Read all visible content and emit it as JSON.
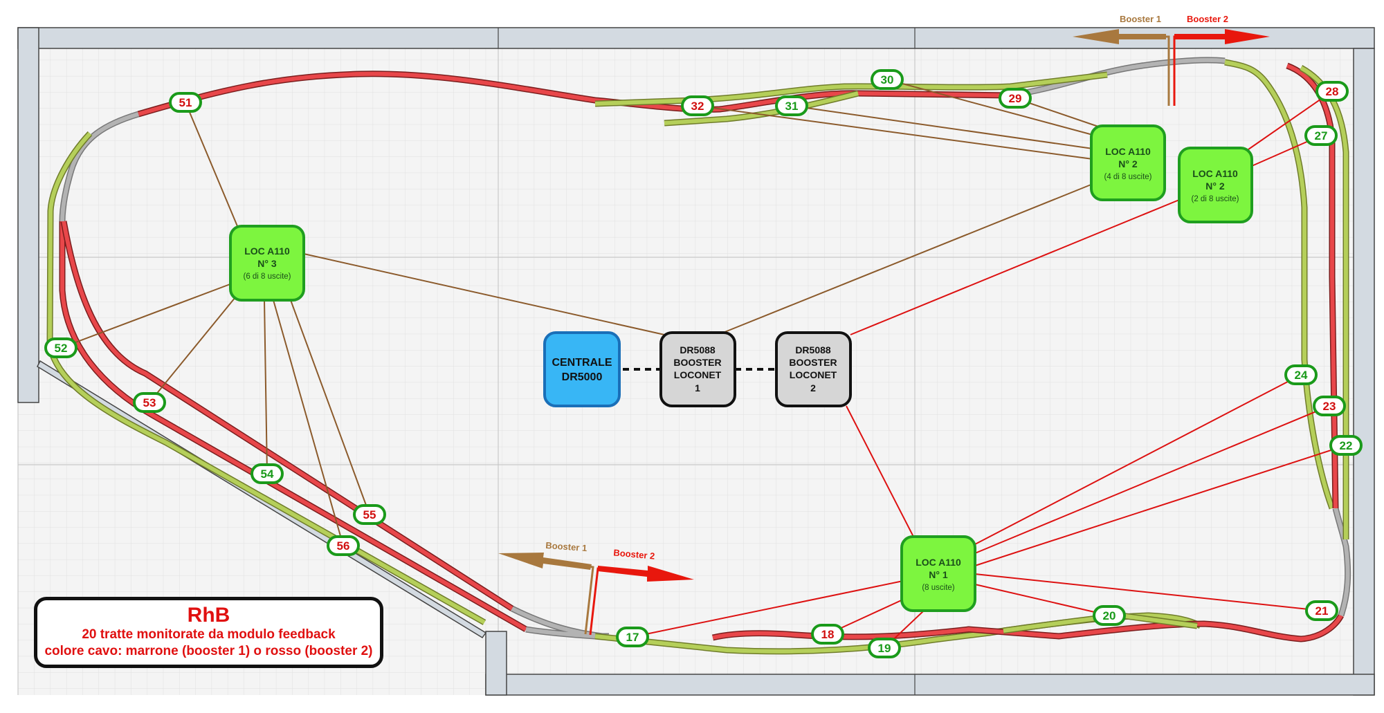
{
  "colors": {
    "booster1_wire": "#8b5a2b",
    "booster2_wire": "#dd1111",
    "track_red": "#e8474a",
    "track_green": "#b5cf5a",
    "track_grey": "#9a9a9a",
    "module_fill": "#7df53f",
    "module_border": "#1f9e1f",
    "central_fill": "#38b6f5",
    "central_border": "#1a6fb8",
    "booster_fill": "#d6d6d6",
    "wall_fill": "#d3dae1",
    "label_green": "#1a9a1a",
    "label_red": "#d10f0f"
  },
  "legend": {
    "title": "RhB",
    "line1": "20 tratte monitorate da modulo feedback",
    "line2": "colore cavo: marrone (booster 1) o rosso (booster 2)"
  },
  "booster_markers": [
    {
      "id": "top",
      "booster1_label": "Booster 1",
      "booster2_label": "Booster 2"
    },
    {
      "id": "bottom",
      "booster1_label": "Booster 1",
      "booster2_label": "Booster 2"
    }
  ],
  "central": {
    "line1": "CENTRALE",
    "line2": "DR5000"
  },
  "boosters": [
    {
      "id": "b1",
      "lines": [
        "DR5088",
        "BOOSTER",
        "LOCONET",
        "1"
      ]
    },
    {
      "id": "b2",
      "lines": [
        "DR5088",
        "BOOSTER",
        "LOCONET",
        "2"
      ]
    }
  ],
  "modules": [
    {
      "id": "m3",
      "line1": "LOC A110",
      "line2": "N° 3",
      "line3": "(6 di 8 uscite)",
      "booster": 1
    },
    {
      "id": "m2a",
      "line1": "LOC A110",
      "line2": "N° 2",
      "line3": "(4 di 8 uscite)",
      "booster": 1
    },
    {
      "id": "m2b",
      "line1": "LOC A110",
      "line2": "N° 2",
      "line3": "(2 di 8 uscite)",
      "booster": 2
    },
    {
      "id": "m1",
      "line1": "LOC A110",
      "line2": "N° 1",
      "line3": "(8 uscite)",
      "booster": 2
    }
  ],
  "feedback_sections": [
    {
      "label": "51",
      "text_color": "red",
      "module": "m3"
    },
    {
      "label": "52",
      "text_color": "green",
      "module": "m3"
    },
    {
      "label": "53",
      "text_color": "red",
      "module": "m3"
    },
    {
      "label": "54",
      "text_color": "green",
      "module": "m3"
    },
    {
      "label": "55",
      "text_color": "red",
      "module": "m3"
    },
    {
      "label": "56",
      "text_color": "red",
      "module": "m3"
    },
    {
      "label": "32",
      "text_color": "red",
      "module": "m2a"
    },
    {
      "label": "31",
      "text_color": "green",
      "module": "m2a"
    },
    {
      "label": "30",
      "text_color": "green",
      "module": "m2a"
    },
    {
      "label": "29",
      "text_color": "red",
      "module": "m2a"
    },
    {
      "label": "28",
      "text_color": "red",
      "module": "m2b"
    },
    {
      "label": "27",
      "text_color": "green",
      "module": "m2b"
    },
    {
      "label": "24",
      "text_color": "green",
      "module": "m1"
    },
    {
      "label": "23",
      "text_color": "red",
      "module": "m1"
    },
    {
      "label": "22",
      "text_color": "green",
      "module": "m1"
    },
    {
      "label": "21",
      "text_color": "red",
      "module": "m1"
    },
    {
      "label": "20",
      "text_color": "green",
      "module": "m1"
    },
    {
      "label": "19",
      "text_color": "green",
      "module": "m1"
    },
    {
      "label": "18",
      "text_color": "red",
      "module": "m1"
    },
    {
      "label": "17",
      "text_color": "green",
      "module": "m1"
    }
  ]
}
